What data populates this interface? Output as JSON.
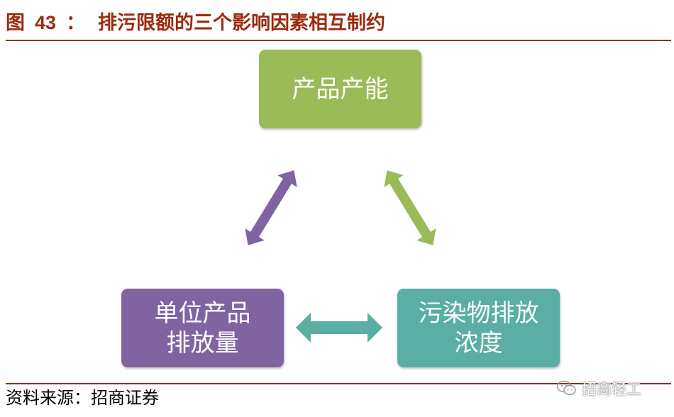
{
  "figure": {
    "label": "图",
    "number": "43",
    "separator": "：",
    "title": "排污限额的三个影响因素相互制约"
  },
  "colors": {
    "title": "#9c2a0f",
    "capacity_box": "#9bbb59",
    "unit_box": "#8064a2",
    "pollutant_box": "#5aaea3"
  },
  "nodes": {
    "capacity": {
      "label": "产品产能"
    },
    "unit_emission": {
      "line1": "单位产品",
      "line2": "排放量"
    },
    "pollutant": {
      "line1": "污染物排放",
      "line2": "浓度"
    }
  },
  "edges": [
    {
      "from": "unit_emission",
      "to": "capacity",
      "type": "double-arrow",
      "color": "#8064a2"
    },
    {
      "from": "capacity",
      "to": "pollutant",
      "type": "double-arrow",
      "color": "#9bbb59"
    },
    {
      "from": "unit_emission",
      "to": "pollutant",
      "type": "double-arrow",
      "color": "#5aaea3"
    }
  ],
  "footer": {
    "source": "资料来源：招商证券",
    "watermark": "招商轻工",
    "watermark_icon": "wechat-icon"
  }
}
